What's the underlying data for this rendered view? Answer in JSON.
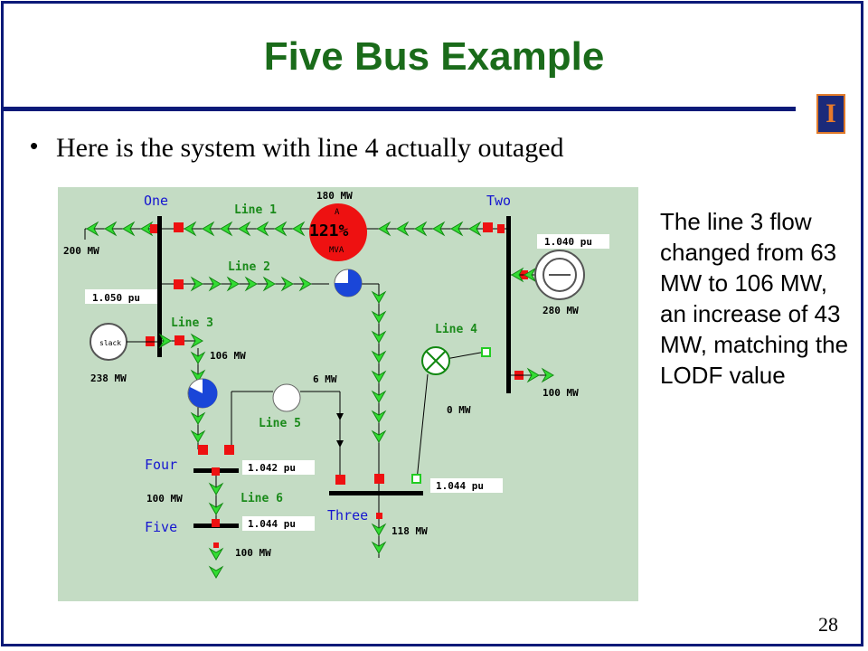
{
  "slide": {
    "title": "Five Bus Example",
    "bullet": "Here is the system with line 4 actually outaged",
    "note": "The line 3 flow changed from 63 MW to 106 MW, an increase of 43 MW, matching the LODF value",
    "page_number": "28",
    "logo_letter": "I"
  },
  "colors": {
    "title": "#1a6b1a",
    "frame": "#0a1a78",
    "diagram_bg": "#c4dcc4",
    "bus_label": "#1515d0",
    "line_label": "#1a8a1a",
    "arrow_fill": "#33dd33",
    "breaker": "#ee1111",
    "overload": "#ee1111"
  },
  "diagram": {
    "buses": {
      "one": "One",
      "two": "Two",
      "three": "Three",
      "four": "Four",
      "five": "Five"
    },
    "lines": {
      "line1": "Line 1",
      "line2": "Line 2",
      "line3": "Line 3",
      "line4": "Line 4",
      "line5": "Line 5",
      "line6": "Line 6"
    },
    "values": {
      "load_one": "200 MW",
      "gen_slack": "238 MW",
      "gen_two": "280 MW",
      "load_two": "100 MW",
      "v_one": "1.050 pu",
      "v_two": "1.040 pu",
      "v_four": "1.042 pu",
      "v_five": "1.044 pu",
      "v_three": "1.044 pu",
      "flow_line1": "180 MW",
      "flow_line3": "106 MW",
      "flow_line5": "6 MW",
      "flow_line4": "0 MW",
      "load_four": "100 MW",
      "load_five": "100 MW",
      "load_three": "118 MW"
    },
    "overload_percent": "121%",
    "pie_a": "A",
    "pie_mva": "MVA",
    "slack_label": "slack"
  }
}
